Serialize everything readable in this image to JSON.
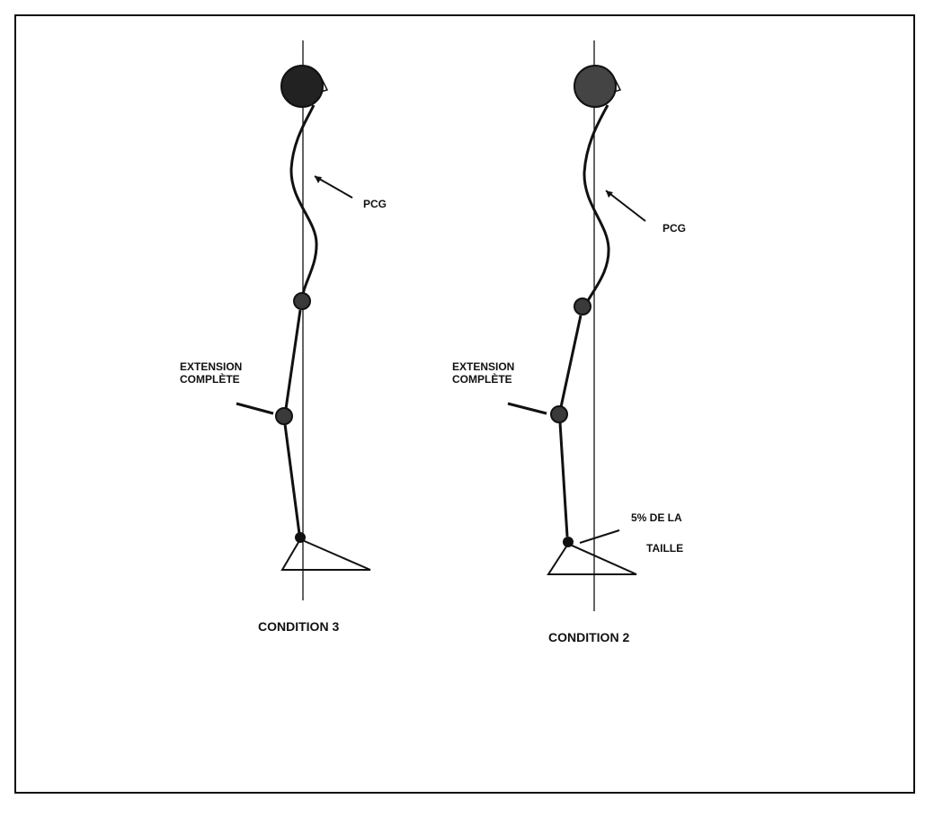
{
  "colors": {
    "ink": "#111111",
    "joint_fill": "#2a2a2a",
    "background": "#ffffff"
  },
  "figures": [
    {
      "id": "left",
      "label_pcg": "PCG",
      "label_extension_line1": "EXTENSION",
      "label_extension_line2": "COMPLÈTE",
      "caption": "CONDITION  3"
    },
    {
      "id": "right",
      "label_pcg": "PCG",
      "label_extension_line1": "EXTENSION",
      "label_extension_line2": "COMPLÈTE",
      "label_ankle_line1": "5% DE LA",
      "label_ankle_line2": "TAILLE",
      "caption": "CONDITION 2"
    }
  ]
}
